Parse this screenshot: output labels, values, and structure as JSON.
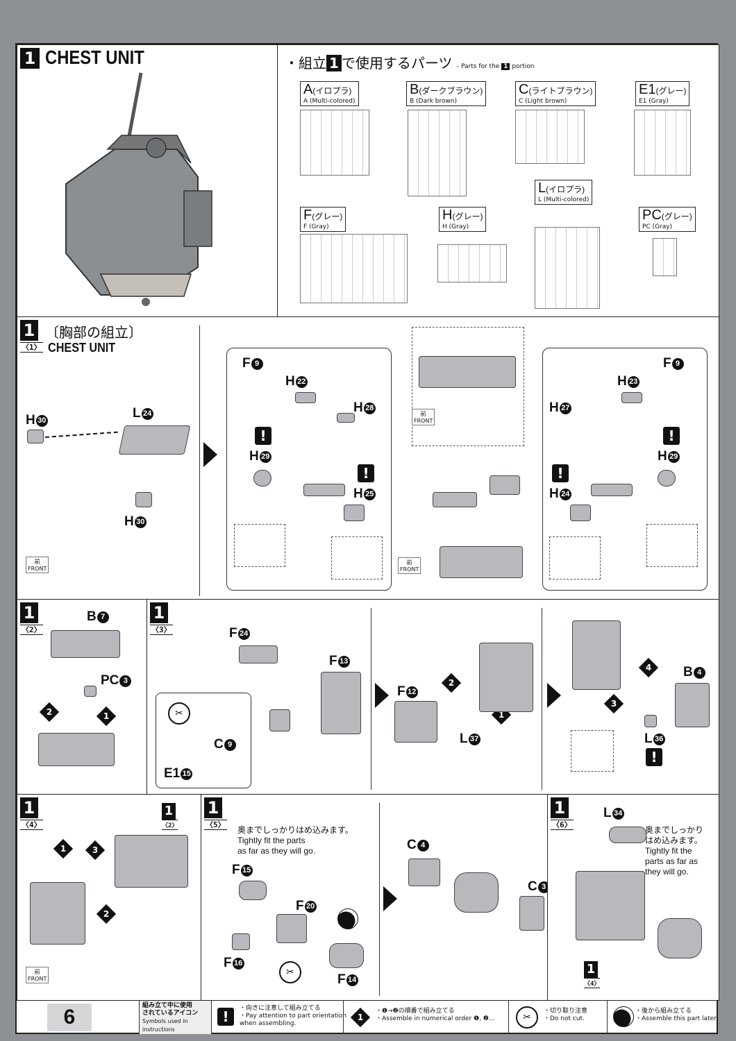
{
  "header": {
    "step_number": "1",
    "title": "CHEST UNIT",
    "parts_heading_jp_prefix": "・組立",
    "parts_heading_jp_suffix": "で使用するパーツ",
    "parts_heading_en_prefix": "- Parts for the",
    "parts_heading_en_suffix": "portion"
  },
  "parts": [
    {
      "code": "A",
      "jp": "(イロプラ)",
      "en": "A (Multi-colored)"
    },
    {
      "code": "B",
      "jp": "(ダークブラウン)",
      "en": "B (Dark brown)"
    },
    {
      "code": "C",
      "jp": "(ライトブラウン)",
      "en": "C (Light brown)"
    },
    {
      "code": "E1",
      "jp": "(グレー)",
      "en": "E1 (Gray)"
    },
    {
      "code": "L",
      "jp": "(イロプラ)",
      "en": "L (Multi-colored)"
    },
    {
      "code": "F",
      "jp": "(グレー)",
      "en": "F (Gray)"
    },
    {
      "code": "H",
      "jp": "(グレー)",
      "en": "H (Gray)"
    },
    {
      "code": "PC",
      "jp": "(グレー)",
      "en": "PC (Gray)"
    }
  ],
  "step1": {
    "jp_title": "〔胸部の組立〕",
    "substep": "〈1〉",
    "en_title": "CHEST UNIT",
    "front_jp": "前",
    "front_en": "FRONT"
  },
  "substeps": {
    "s2": "〈2〉",
    "s3": "〈3〉",
    "s4": "〈4〉",
    "s5": "〈5〉",
    "s6": "〈6〉",
    "ref2": "〈2〉",
    "ref4": "〈4〉"
  },
  "notes": {
    "fit_jp_1": "奥までしっかりはめ込みます。",
    "fit_en_1": "Tightly fit the parts",
    "fit_en_2": "as far as they will go.",
    "fit_jp_a": "奥までしっかり",
    "fit_jp_b": "はめ込みます。",
    "fit_en_a": "Tightly fit the",
    "fit_en_b": "parts as far as",
    "fit_en_c": "they will go."
  },
  "footer": {
    "page_number": "6",
    "icons_jp_1": "組み立て中に使用",
    "icons_jp_2": "されているアイコン",
    "icons_en": "Symbols used in instructions",
    "orient_jp": "・向きに注意して組み立てる",
    "orient_en_1": "・Pay attention to part orientation",
    "orient_en_2": "when assembling.",
    "order_jp": "・❶→❷の順番で組み立てる",
    "order_en": "・Assemble in numerical order ❶, ❷...",
    "cut_jp": "・切り取り注意",
    "cut_en": "・Do not cut.",
    "later_jp": "・後から組み立てる",
    "later_en": "・Assemble this part later."
  }
}
